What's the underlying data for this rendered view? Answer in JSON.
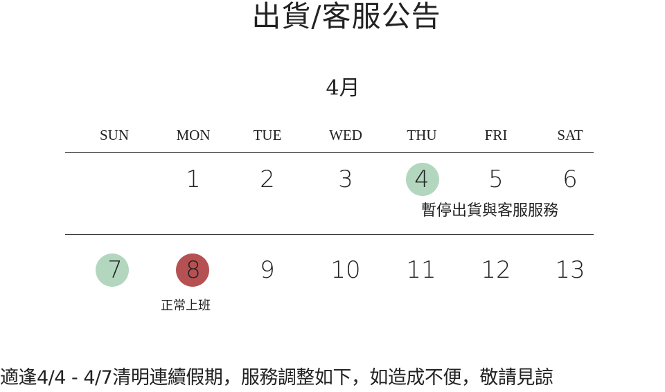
{
  "title": "出貨/客服公告",
  "month": "4月",
  "weekdays": [
    "SUN",
    "MON",
    "TUE",
    "WED",
    "THU",
    "FRI",
    "SAT"
  ],
  "weeks": [
    {
      "days": [
        "",
        "1",
        "2",
        "3",
        "4",
        "5",
        "6"
      ],
      "note": "暫停出貨與客服服務"
    },
    {
      "days": [
        "7",
        "8",
        "9",
        "10",
        "11",
        "12",
        "13"
      ],
      "note": "正常上班"
    }
  ],
  "highlights": {
    "suspended_color": "#b3d6be",
    "normal_color": "#b55152"
  },
  "announcement": "適逢4/4 - 4/7清明連續假期，服務調整如下，如造成不便，敬請見諒"
}
